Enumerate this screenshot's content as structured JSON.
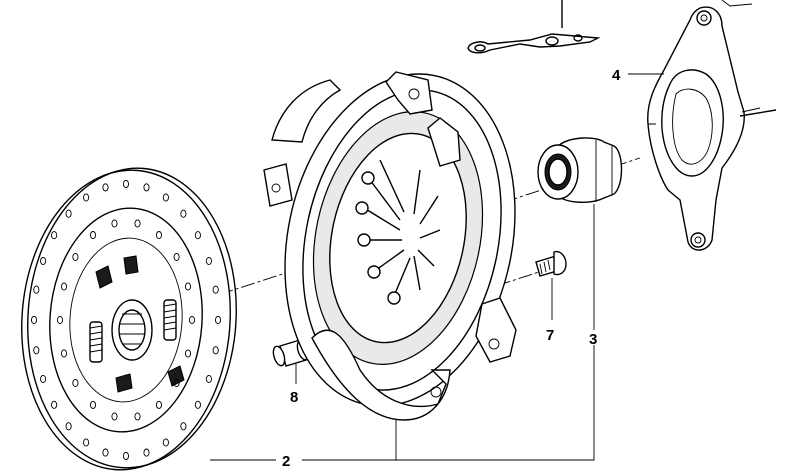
{
  "diagram": {
    "callouts": [
      {
        "id": "part-2",
        "label": "2"
      },
      {
        "id": "part-3",
        "label": "3"
      },
      {
        "id": "part-4",
        "label": "4"
      },
      {
        "id": "part-7",
        "label": "7"
      },
      {
        "id": "part-8",
        "label": "8"
      }
    ],
    "colors": {
      "ink": "#000000",
      "paper": "#ffffff",
      "shade": "#e9e9e9"
    }
  }
}
